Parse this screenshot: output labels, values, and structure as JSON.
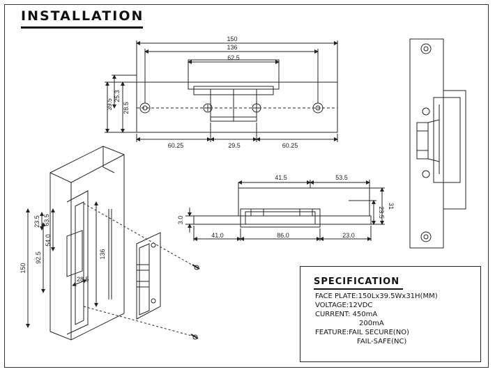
{
  "title": "INSTALLATION",
  "dimensions": {
    "top_overall": "150",
    "top_holes": "136",
    "top_body": "62.5",
    "left_25": "25.3",
    "left_28": "28.5",
    "left_39": "39.5",
    "bottom_left": "60.25",
    "bottom_center": "29.5",
    "bottom_right": "60.25",
    "side_41_5": "41.5",
    "side_53_5": "53.5",
    "side_31": "31",
    "side_23_5": "23.5",
    "side_3_0": "3.0",
    "side_41_0": "41.0",
    "side_86_0": "86.0",
    "side_23_0": "23.0",
    "iso_150": "150",
    "iso_92_5": "92.5",
    "iso_54_0": "54.0",
    "iso_23_5": "23.5",
    "iso_63_5": "63.5",
    "iso_28_5": "28.5",
    "iso_136": "136"
  },
  "specification": {
    "heading": "SPECIFICATION",
    "face_plate": "FACE PLATE:150Lx39.5Wx31H(MM)",
    "voltage": "VOLTAGE:12VDC",
    "current_label": "CURRENT: 450mA",
    "current_second": "200mA",
    "feature_label": "FEATURE:FAIL SECURE(NO)",
    "feature_second": "FAIL-SAFE(NC)"
  }
}
